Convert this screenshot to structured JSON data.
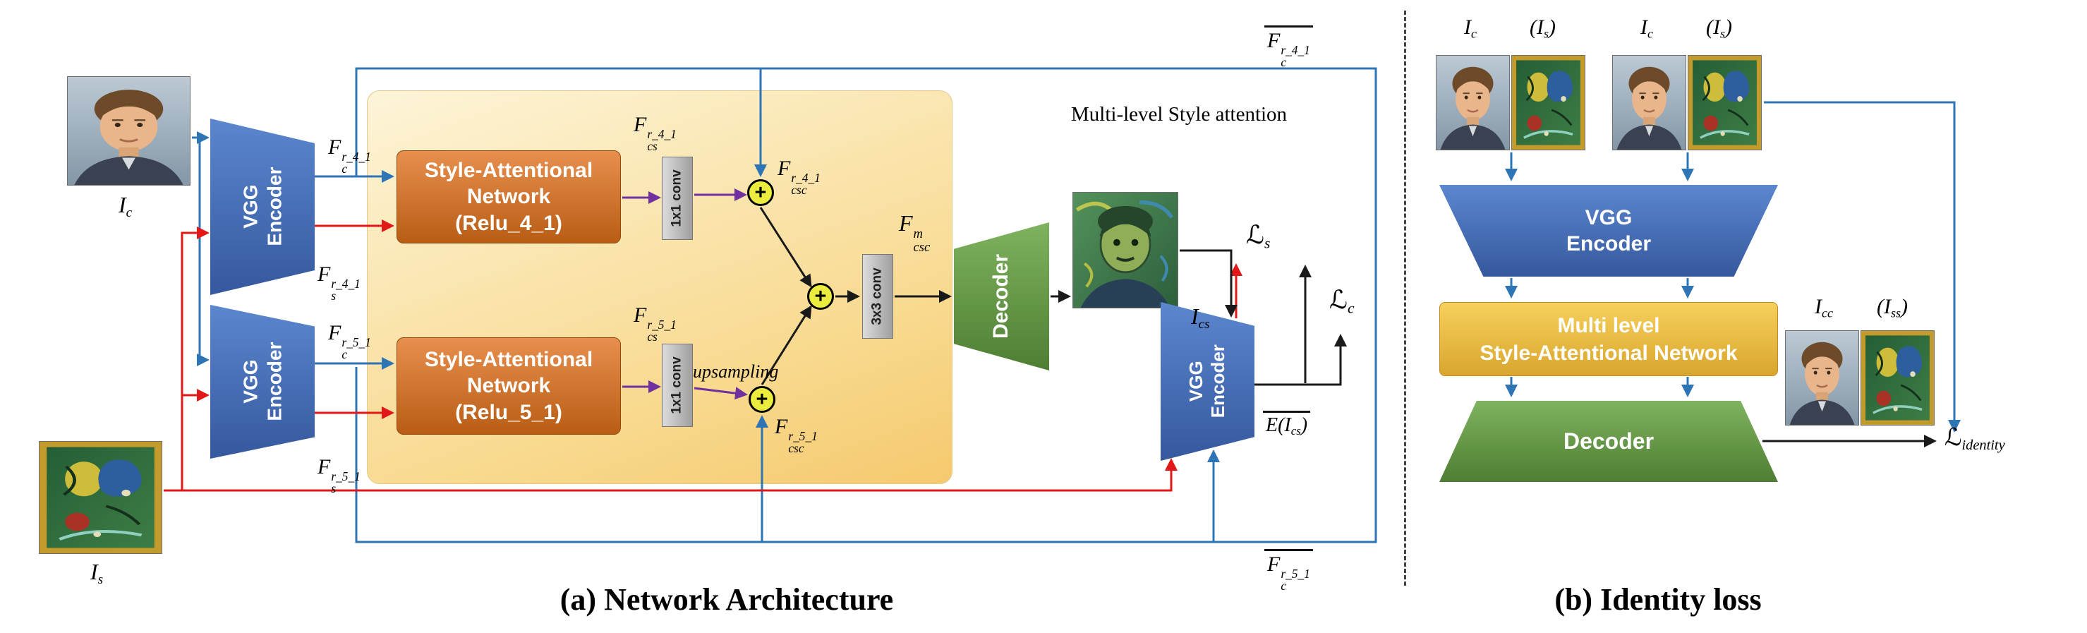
{
  "colors": {
    "wire_blue": "#2e75b6",
    "wire_red": "#e21717",
    "wire_purple": "#7030a0",
    "encoder_blue": "#4472c4",
    "sanet_orange": "#c55a11",
    "panel_yellow": "#f8d98e",
    "msanet_gold": "#e8b83c",
    "decoder_green": "#5f9441",
    "adder_yellow": "#ecec3f"
  },
  "panel_a": {
    "caption": "(a) Network Architecture",
    "note_multilevel": "Multi-level Style attention",
    "upsampling_label": "upsampling",
    "adder_symbol": "+",
    "content_label": {
      "base": "I",
      "sub": "c"
    },
    "style_label": {
      "base": "I",
      "sub": "s"
    },
    "vgg_top": {
      "line1": "VGG",
      "line2": "Encoder"
    },
    "vgg_bottom": {
      "line1": "VGG",
      "line2": "Encoder"
    },
    "vgg_right": {
      "line1": "VGG",
      "line2": "Encoder"
    },
    "sanet1": {
      "title": "Style-Attentional Network",
      "relu": "(Relu_4_1)"
    },
    "sanet2": {
      "title": "Style-Attentional Network",
      "relu": "(Relu_5_1)"
    },
    "conv1x1_top": "1x1 conv",
    "conv1x1_bottom": "1x1 conv",
    "conv3x3": "3x3 conv",
    "decoder": "Decoder",
    "labels": {
      "fc_r41": {
        "base": "F",
        "sup": "r_4_1",
        "sub": "c"
      },
      "fs_r41": {
        "base": "F",
        "sup": "r_4_1",
        "sub": "s"
      },
      "fc_r51": {
        "base": "F",
        "sup": "r_5_1",
        "sub": "c"
      },
      "fs_r51": {
        "base": "F",
        "sup": "r_5_1",
        "sub": "s"
      },
      "fcs_r41": {
        "base": "F",
        "sup": "r_4_1",
        "sub": "cs"
      },
      "fcs_r51": {
        "base": "F",
        "sup": "r_5_1",
        "sub": "cs"
      },
      "fcsc_r41": {
        "base": "F",
        "sup": "r_4_1",
        "sub": "csc"
      },
      "fcsc_r51": {
        "base": "F",
        "sup": "r_5_1",
        "sub": "csc"
      },
      "fcsc_m": {
        "base": "F",
        "sup": "m",
        "sub": "csc"
      },
      "fbar_top": {
        "base": "F",
        "sup": "r_4_1",
        "sub": "c"
      },
      "fbar_bottom": {
        "base": "F",
        "sup": "r_5_1",
        "sub": "c"
      },
      "ics": {
        "base": "I",
        "sub": "cs"
      },
      "loss_s": {
        "base": "ℒ",
        "sub": "s"
      },
      "loss_c": {
        "base": "ℒ",
        "sub": "c"
      },
      "e_ics": {
        "pre": "E(I",
        "sub": "cs",
        "post": ")"
      }
    }
  },
  "panel_b": {
    "caption": "(b) Identity loss",
    "pair1": {
      "content": {
        "base": "I",
        "sub": "c"
      },
      "style": {
        "pre": "(",
        "base": "I",
        "sub": "s",
        "post": ")"
      }
    },
    "pair2": {
      "content": {
        "base": "I",
        "sub": "c"
      },
      "style": {
        "pre": "(",
        "base": "I",
        "sub": "s",
        "post": ")"
      }
    },
    "vgg": {
      "line1": "VGG",
      "line2": "Encoder"
    },
    "msanet": {
      "line1": "Multi level",
      "line2": "Style-Attentional Network"
    },
    "decoder": "Decoder",
    "out_content": {
      "base": "I",
      "sub": "cc"
    },
    "out_style": {
      "pre": "(",
      "base": "I",
      "sub": "ss",
      "post": ")"
    },
    "loss_identity": {
      "base": "ℒ",
      "sub": "identity"
    }
  }
}
